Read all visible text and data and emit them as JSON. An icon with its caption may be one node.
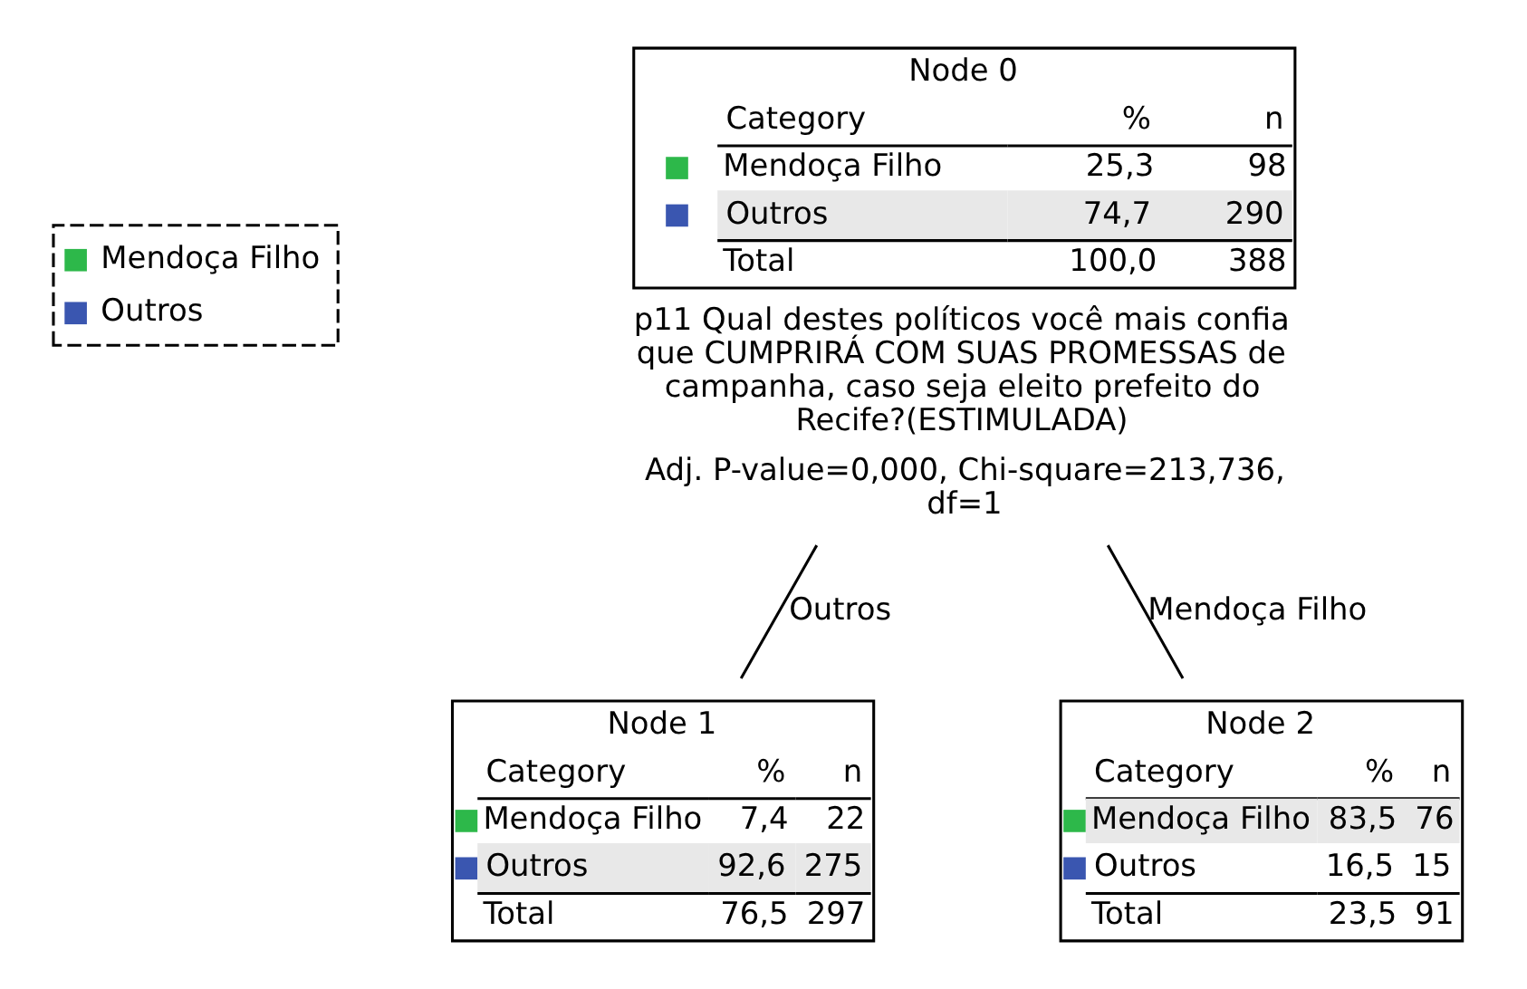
{
  "diagram": {
    "nodes": [
      {
        "text": [
          "Node 0",
          "Category",
          "%",
          "n",
          "Mendoça Filho",
          "25,3",
          "98",
          "Outros",
          "74,7",
          "290",
          "Total",
          "100,0",
          "388"
        ],
        "beside": [
          "p11 Qual destes políticos você mais confia que CUMPRIRÁ COM SUAS PROMESSAS de campanha, caso seja eleito prefeito do Recife?(ESTIMULADA)",
          "Adj. P-value=0,000, Chi-square=213,736, df=1"
        ]
      },
      {
        "text": [
          "Node 1",
          "Category",
          "%",
          "n",
          "Mendoça Filho",
          "7,4",
          "22",
          "Outros",
          "92,6",
          "275",
          "Total",
          "76,5",
          "297"
        ]
      },
      {
        "text": [
          "Node 2",
          "Category",
          "%",
          "n",
          "Mendoça Filho",
          "83,5",
          "76",
          "Outros",
          "16,5",
          "15",
          "Total",
          "23,5",
          "91"
        ]
      }
    ],
    "edges": [
      {
        "from": 0,
        "to": 1,
        "arrow": "none",
        "label": "Outros"
      },
      {
        "from": 0,
        "to": 2,
        "arrow": "none",
        "label": "Mendoça Filho"
      }
    ],
    "legend": [
      {
        "text": "Mendoça Filho",
        "color": "#2db84a"
      },
      {
        "text": "Outros",
        "color": "#3a56b0"
      }
    ]
  }
}
